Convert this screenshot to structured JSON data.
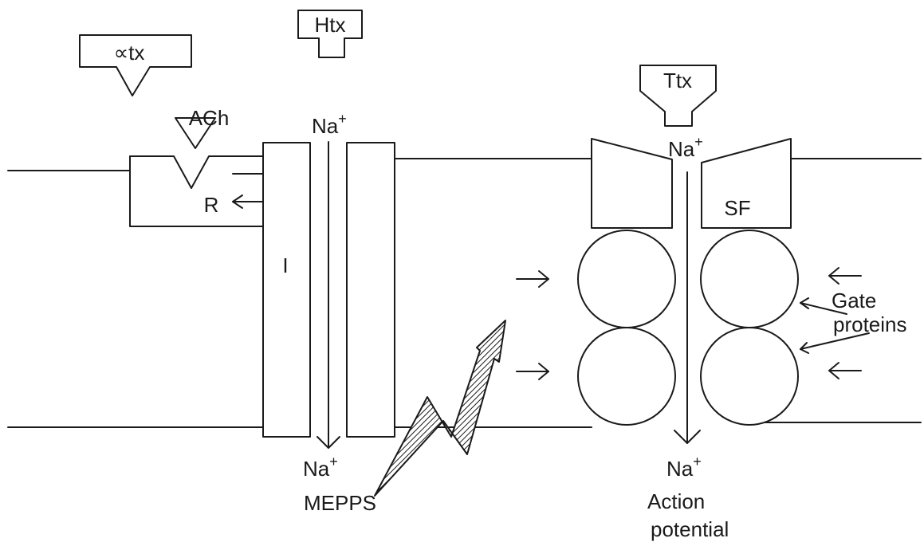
{
  "diagram": {
    "toxins": {
      "alpha_tx": "∝tx",
      "htx": "Htx",
      "ttx": "Ttx"
    },
    "ach": "ACh",
    "receptor": "R",
    "ion_channel": "I",
    "na_base": "Na",
    "na_charge": "+",
    "mepps": "MEPPS",
    "selectivity_filter": "SF",
    "gate_proteins_line1": "Gate",
    "gate_proteins_line2": "proteins",
    "action_potential_line1": "Action",
    "action_potential_line2": "potential"
  },
  "colors": {
    "ink": "#1a1a1a",
    "paper": "#ffffff"
  }
}
